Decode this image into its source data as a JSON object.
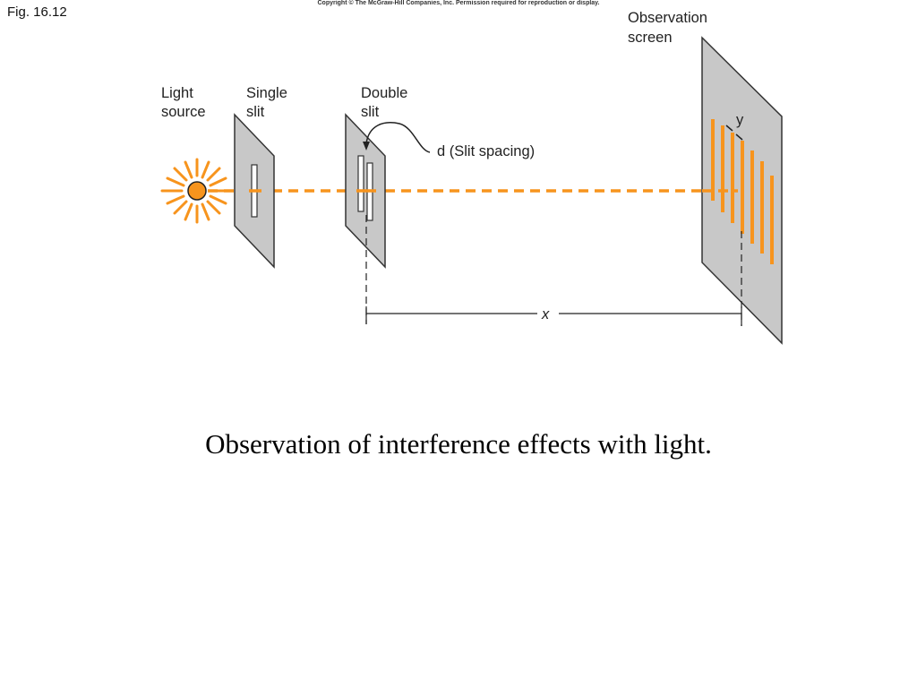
{
  "figure_number": "Fig. 16.12",
  "copyright": "Copyright © The McGraw-Hill Companies, Inc. Permission required for reproduction or display.",
  "labels": {
    "light_source": [
      "Light",
      "source"
    ],
    "single_slit": [
      "Single",
      "slit"
    ],
    "double_slit": [
      "Double",
      "slit"
    ],
    "observation_screen": [
      "Observation",
      "screen"
    ],
    "slit_spacing": "d (Slit spacing)",
    "fringe_spacing": "y",
    "distance": "x"
  },
  "caption": "Observation of interference effects with light.",
  "colors": {
    "light": "#f7941d",
    "plate_fill": "#c8c8c8",
    "plate_stroke": "#333333",
    "dimension": "#222222"
  }
}
